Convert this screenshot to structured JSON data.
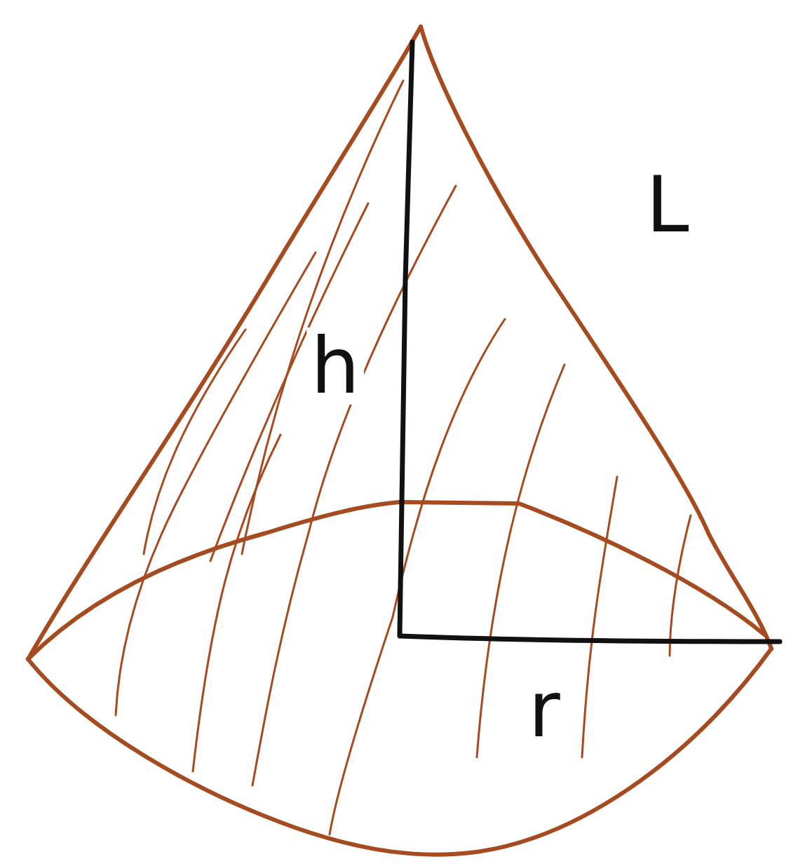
{
  "diagram": {
    "labels": [
      "h",
      "L",
      "r"
    ]
  }
}
